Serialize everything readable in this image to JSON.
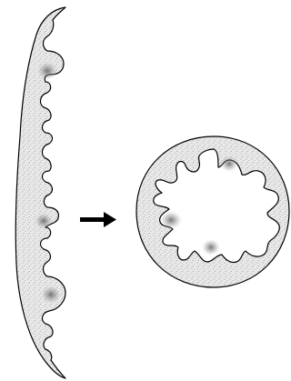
{
  "diagram": {
    "colors": {
      "background": "#ffffff",
      "stroke": "#000000",
      "tissue_fill": "#e6e6e6",
      "nucleus_core": "#6a6a6a",
      "arrow": "#000000"
    },
    "shapes": [
      "elongated-folded-strip",
      "right-arrow",
      "ring-with-inner-folds"
    ]
  }
}
